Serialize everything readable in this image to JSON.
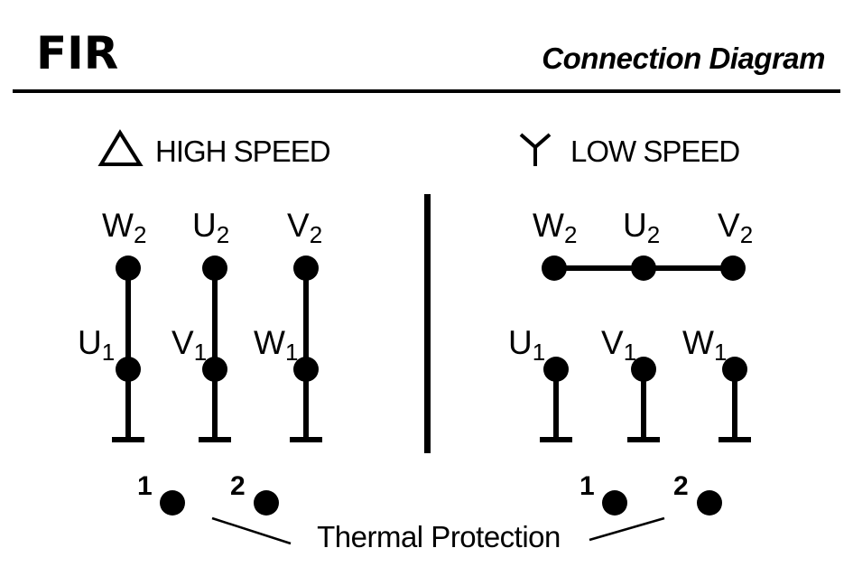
{
  "header": {
    "brand": "FIR",
    "subtitle": "Connection Diagram"
  },
  "high_speed": {
    "title": "HIGH SPEED",
    "symbol_icon": "delta-triangle-icon",
    "top_terminals": [
      {
        "letter": "W",
        "index": "2"
      },
      {
        "letter": "U",
        "index": "2"
      },
      {
        "letter": "V",
        "index": "2"
      }
    ],
    "middle_terminals": [
      {
        "letter": "U",
        "index": "1"
      },
      {
        "letter": "V",
        "index": "1"
      },
      {
        "letter": "W",
        "index": "1"
      }
    ],
    "thermal": [
      "1",
      "2"
    ]
  },
  "low_speed": {
    "title": "LOW SPEED",
    "symbol_icon": "wye-icon",
    "top_terminals": [
      {
        "letter": "W",
        "index": "2"
      },
      {
        "letter": "U",
        "index": "2"
      },
      {
        "letter": "V",
        "index": "2"
      }
    ],
    "middle_terminals": [
      {
        "letter": "U",
        "index": "1"
      },
      {
        "letter": "V",
        "index": "1"
      },
      {
        "letter": "W",
        "index": "1"
      }
    ],
    "thermal": [
      "1",
      "2"
    ]
  },
  "footer": {
    "caption": "Thermal Protection"
  },
  "colors": {
    "ink": "#000000",
    "background": "#ffffff"
  }
}
